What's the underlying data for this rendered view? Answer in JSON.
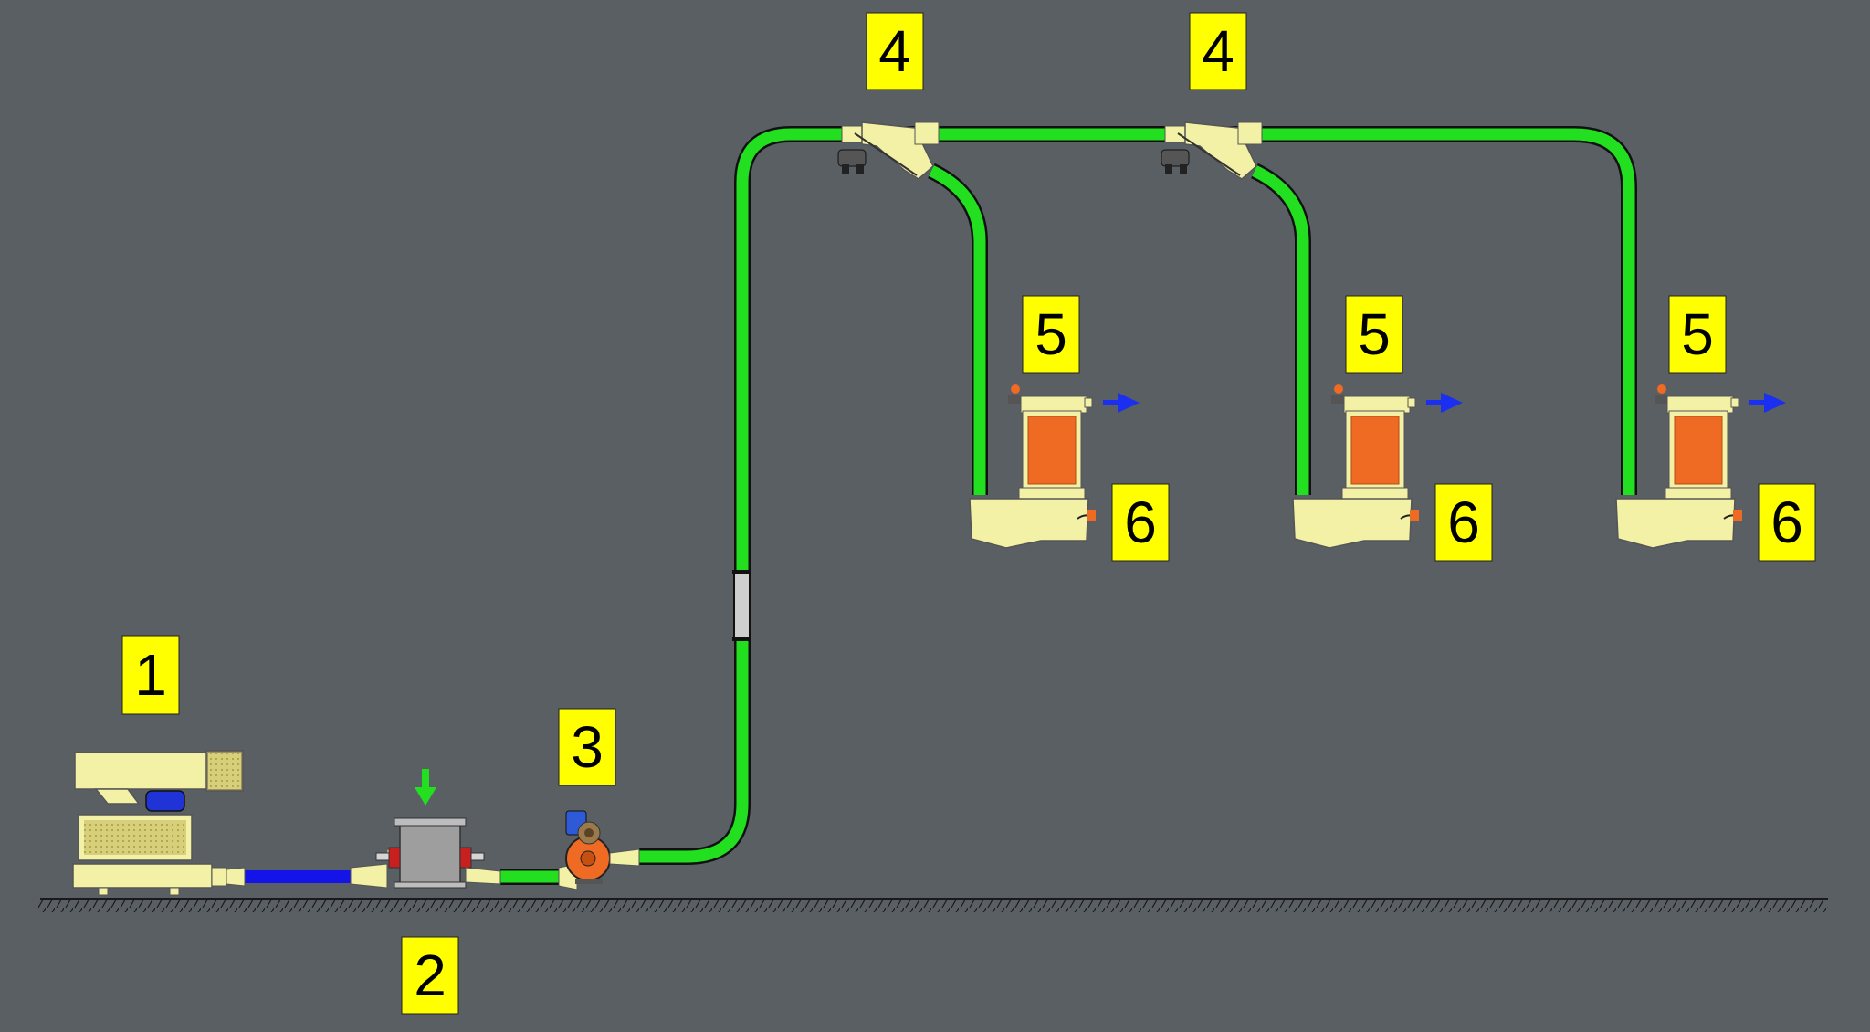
{
  "labels": {
    "blower": "1",
    "rotary_valve": "2",
    "pump": "3",
    "diverter_1": "4",
    "diverter_2": "4",
    "filter_1": "5",
    "filter_2": "5",
    "filter_3": "5",
    "hopper_1": "6",
    "hopper_2": "6",
    "hopper_3": "6"
  },
  "colors": {
    "background": "#595f63",
    "conveying_line": "#22e01f",
    "air_line": "#1414e8",
    "label_fill": "#ffff00",
    "equipment": "#f3f1a6",
    "filter_core": "#ef6a23",
    "flow_arrow": "#1b2ff0",
    "feed_arrow": "#22e01f"
  },
  "icons": {
    "feed": "arrow-down-icon",
    "discharge": "arrow-right-icon"
  }
}
